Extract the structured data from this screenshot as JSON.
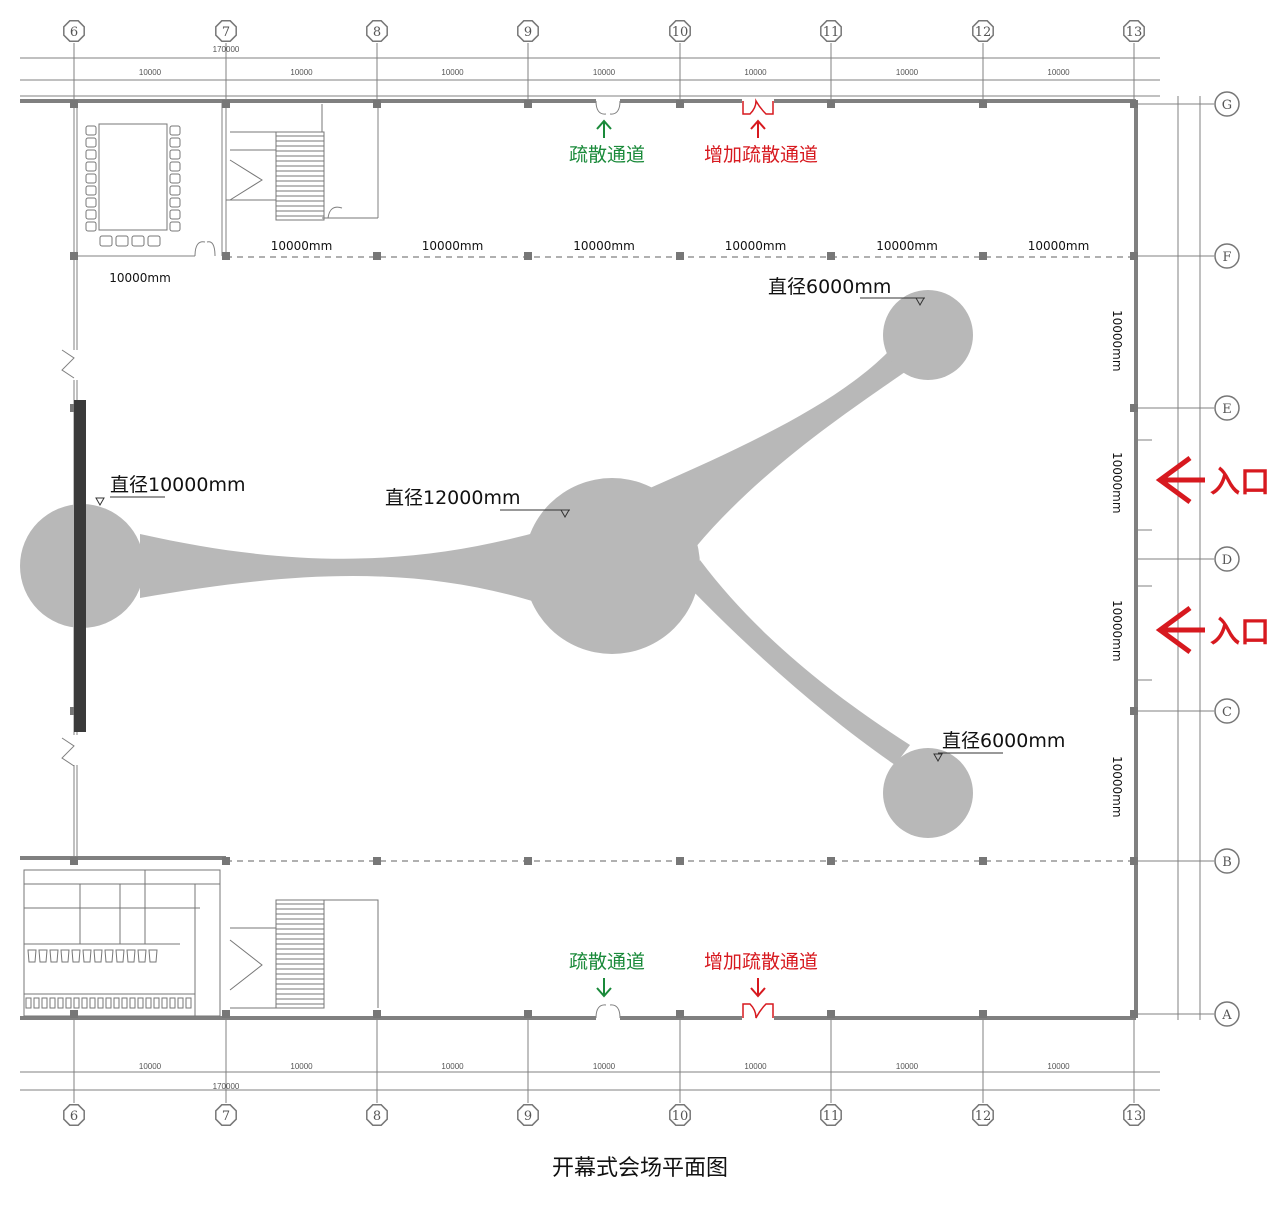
{
  "caption": "开幕式会场平面图",
  "grid": {
    "columns": [
      "6",
      "7",
      "8",
      "9",
      "10",
      "11",
      "12",
      "13"
    ],
    "rows": [
      "G",
      "F",
      "E",
      "D",
      "C",
      "B",
      "A"
    ],
    "top_total": "170000",
    "bottom_total": "170000",
    "bay": "10000"
  },
  "dims": {
    "bay_mm": "10000mm",
    "room_width": "10000mm"
  },
  "shapes": {
    "left_circle": "直径10000mm",
    "center_circle": "直径12000mm",
    "top_right_circle": "直径6000mm",
    "bottom_right_circle": "直径6000mm"
  },
  "evacuation": {
    "existing": "疏散通道",
    "added": "增加疏散通道"
  },
  "entrance": "入口",
  "colors": {
    "shape_fill": "#b8b8b8",
    "stage": "#3a3a3a",
    "wall": "#808080",
    "existing_exit": "#1a8a3a",
    "added_exit": "#d7191f"
  },
  "icons": {
    "exit_arrow": "arrow-icon",
    "entry_chevron": "chevron-left-icon",
    "grid_marker": "octagon-marker-icon"
  }
}
